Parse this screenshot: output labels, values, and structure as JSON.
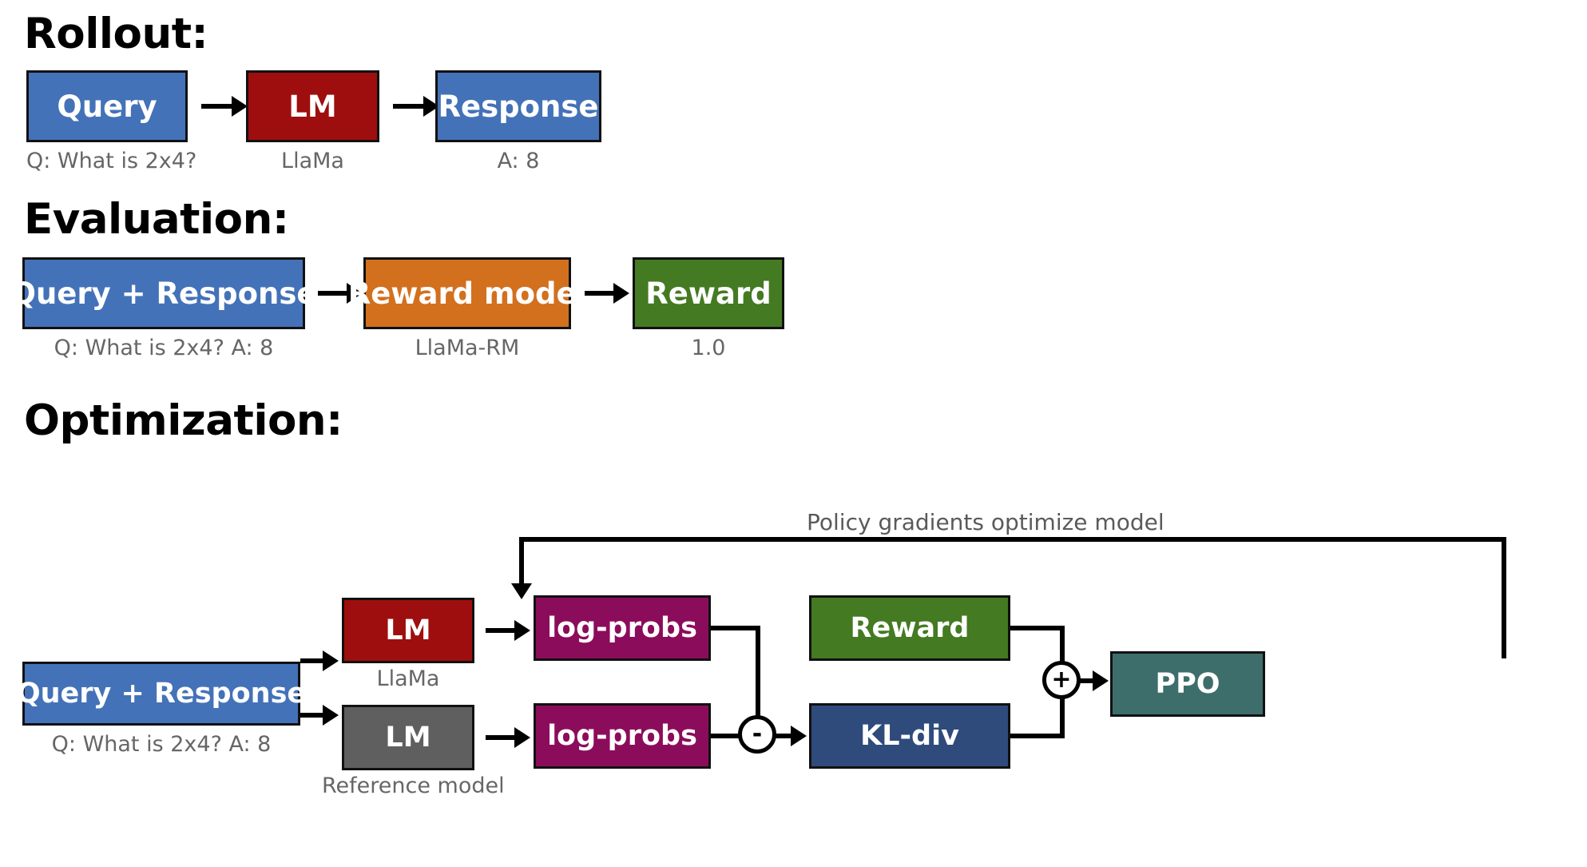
{
  "sections": [
    {
      "id": "rollout",
      "title": "Rollout:",
      "nodes": [
        {
          "label": "Query",
          "caption": "Q: What is 2x4?",
          "color": "#4472b8"
        },
        {
          "label": "LM",
          "caption": "LlaMa",
          "color": "#9e0e0e"
        },
        {
          "label": "Response",
          "caption": "A: 8",
          "color": "#4472b8"
        }
      ]
    },
    {
      "id": "evaluation",
      "title": "Evaluation:",
      "nodes": [
        {
          "label": "Query + Response",
          "caption": "Q: What is 2x4? A: 8",
          "color": "#4472b8"
        },
        {
          "label": "Reward model",
          "caption": "LlaMa-RM",
          "color": "#d2701e"
        },
        {
          "label": "Reward",
          "caption": "1.0",
          "color": "#447a22"
        }
      ]
    },
    {
      "id": "optimization",
      "title": "Optimization:",
      "loop_label": "Policy gradients optimize model",
      "nodes": [
        {
          "label": "Query + Response",
          "caption": "Q: What is 2x4? A: 8",
          "color": "#4472b8"
        },
        {
          "label": "LM",
          "caption": "LlaMa",
          "color": "#9e0e0e"
        },
        {
          "label": "LM",
          "caption": "Reference model",
          "color": "#5f5f5f"
        },
        {
          "label": "log-probs",
          "caption": "",
          "color": "#8c0c5c"
        },
        {
          "label": "log-probs",
          "caption": "",
          "color": "#8c0c5c"
        },
        {
          "label": "Reward",
          "caption": "",
          "color": "#447a22"
        },
        {
          "label": "KL-div",
          "caption": "",
          "color": "#2e4b7c"
        },
        {
          "label": "PPO",
          "caption": "",
          "color": "#3e6e6b"
        }
      ],
      "operators": [
        {
          "symbol": "-",
          "name": "subtract"
        },
        {
          "symbol": "+",
          "name": "add"
        }
      ]
    }
  ],
  "colors": {
    "blue": "#4472b8",
    "dark_red": "#9e0e0e",
    "orange": "#d2701e",
    "green": "#447a22",
    "magenta": "#8c0c5c",
    "navy": "#2e4b7c",
    "teal": "#3e6e6b",
    "gray": "#5f5f5f",
    "outline": "#111111",
    "caption": "#666666",
    "background": "#ffffff"
  }
}
